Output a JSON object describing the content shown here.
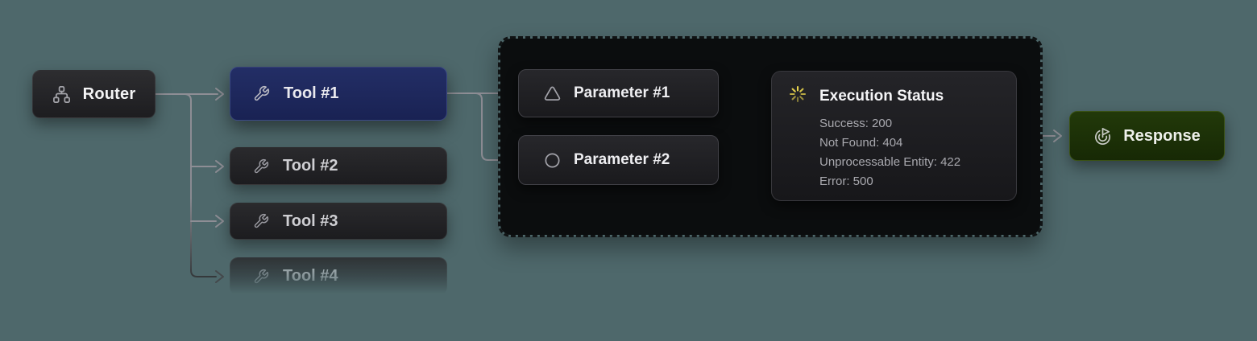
{
  "canvas": {
    "background": "#4e686b"
  },
  "nodes": {
    "router": {
      "label": "Router",
      "icon": "network-icon"
    },
    "tools": [
      {
        "label": "Tool #1",
        "icon": "wrench-icon",
        "state": "selected",
        "color": "#1b2558"
      },
      {
        "label": "Tool #2",
        "icon": "wrench-icon",
        "state": "default"
      },
      {
        "label": "Tool #3",
        "icon": "wrench-icon",
        "state": "default"
      },
      {
        "label": "Tool #4",
        "icon": "wrench-icon",
        "state": "faded"
      }
    ],
    "parameters": [
      {
        "label": "Parameter #1",
        "icon": "triangle-icon"
      },
      {
        "label": "Parameter #2",
        "icon": "circle-icon"
      }
    ],
    "execution_status": {
      "title": "Execution Status",
      "icon": "spinner-icon",
      "icon_color": "#e8d44d",
      "lines": [
        "Success: 200",
        "Not Found: 404",
        "Unprocessable Entity: 422",
        "Error: 500"
      ]
    },
    "response": {
      "label": "Response",
      "icon": "goal-icon",
      "color": "#1d3004"
    }
  },
  "colors": {
    "background": "#4e686b",
    "wire": "#8e8e95",
    "node_dark": "#202023",
    "node_selected": "#1b2558",
    "group_fill": "#0b0d0e",
    "response_green": "#1d3004",
    "spinner_yellow": "#e8d44d"
  }
}
